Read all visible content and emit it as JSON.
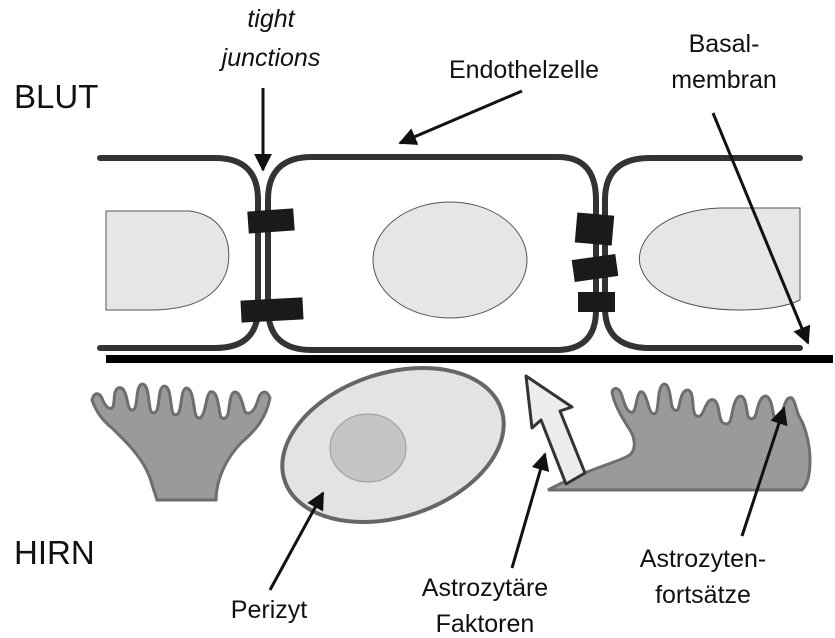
{
  "labels": {
    "blut": "BLUT",
    "hirn": "HIRN",
    "tight_line1": "tight",
    "tight_line2": "junctions",
    "endothelzelle": "Endothelzelle",
    "basal_line1": "Basal-",
    "basal_line2": "membran",
    "perizyt": "Perizyt",
    "faktoren_line1": "Astrozytäre",
    "faktoren_line2": "Faktoren",
    "fortsaetze_line1": "Astrozyten-",
    "fortsaetze_line2": "fortsätze"
  },
  "colors": {
    "outline": "#333333",
    "membrane": "#000000",
    "nucleus_fill": "#e6e6e6",
    "nucleus_stroke": "#555555",
    "astrocyte_fill": "#9a9a9a",
    "astrocyte_stroke": "#6e6e6e",
    "pericyte_fill": "#e3e3e3",
    "pericyte_inner": "#c4c4c4",
    "arrow_fill": "#ececec"
  }
}
